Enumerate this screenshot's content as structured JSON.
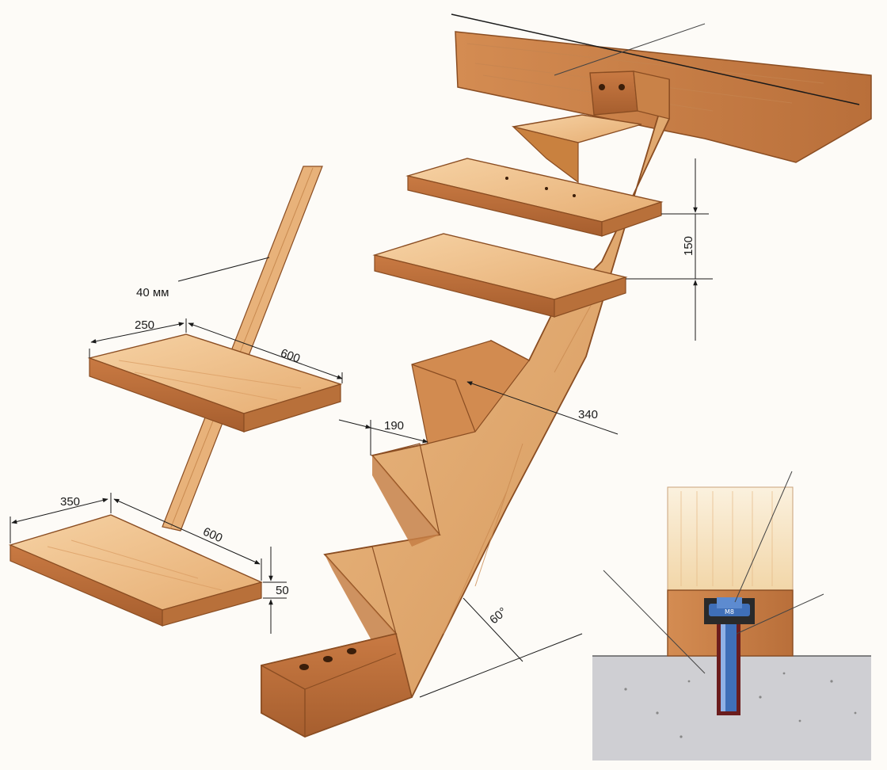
{
  "diagram": {
    "dimensions": {
      "rod_thickness": "40 мм",
      "small_tread_depth": "250",
      "small_tread_width": "600",
      "large_tread_depth": "350",
      "large_tread_width": "600",
      "tread_thickness": "50",
      "step_rise": "150",
      "notch_depth": "190",
      "stringer_depth": "340",
      "stringer_angle": "60°"
    },
    "colors": {
      "wood_light": "#eebd87",
      "wood_mid": "#d9955a",
      "wood_dark": "#b8713a",
      "wood_edge": "#a55e2c",
      "concrete": "#cfcfd3",
      "bolt": "#3f6fb8",
      "line": "#1a1a1a"
    }
  }
}
